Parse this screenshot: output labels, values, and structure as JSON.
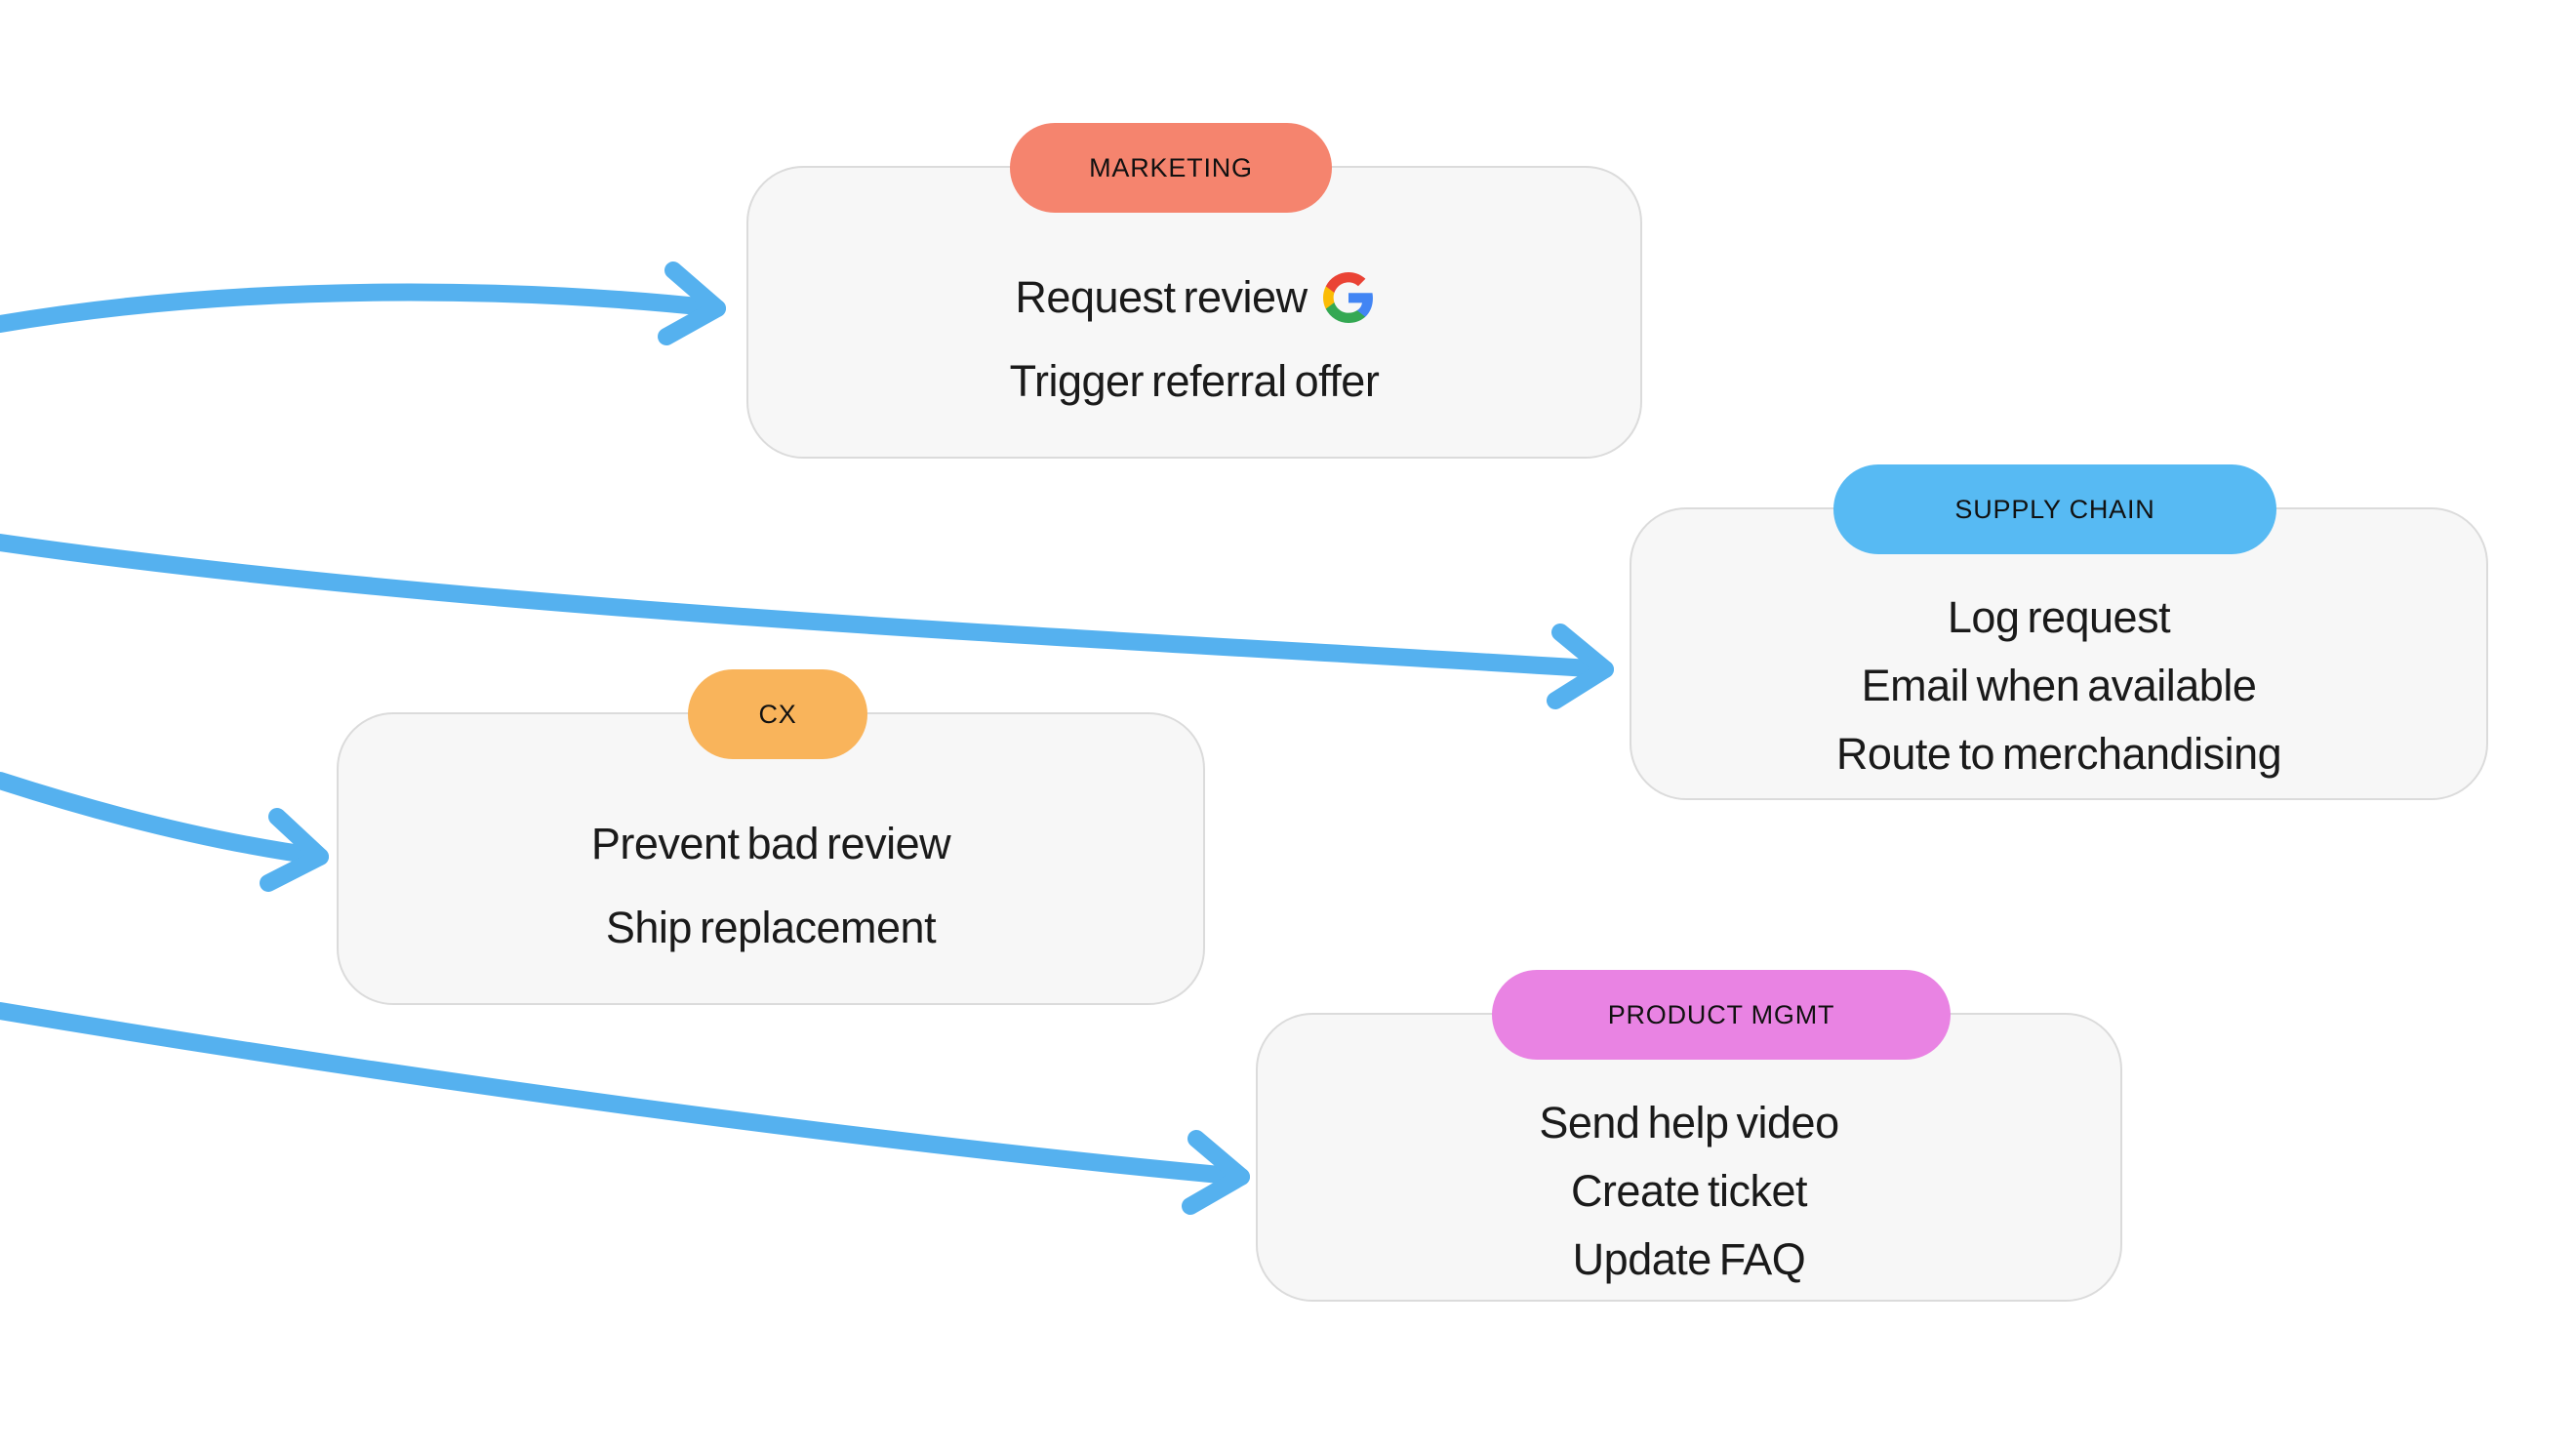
{
  "colors": {
    "arrow": "#55B1EF",
    "card_bg": "#F7F7F7",
    "card_border": "#DBDBDB",
    "text": "#1A1A1A",
    "badge_text": "#111111"
  },
  "cards": [
    {
      "id": "marketing",
      "badge": "MARKETING",
      "badge_color": "#F5846E",
      "lines": [
        "Request review",
        "Trigger referral offer"
      ],
      "line0_icon": "google-logo"
    },
    {
      "id": "supply-chain",
      "badge": "SUPPLY CHAIN",
      "badge_color": "#57BAF3",
      "lines": [
        "Log request",
        "Email when available",
        "Route to merchandising"
      ]
    },
    {
      "id": "cx",
      "badge": "CX",
      "badge_color": "#F9B45B",
      "lines": [
        "Prevent bad review",
        "Ship replacement"
      ]
    },
    {
      "id": "product-mgmt",
      "badge": "PRODUCT MGMT",
      "badge_color": "#E983E3",
      "lines": [
        "Send help video",
        "Create ticket",
        "Update FAQ"
      ]
    }
  ],
  "google_icon_colors": {
    "blue": "#4285F4",
    "green": "#34A853",
    "yellow": "#FBBC05",
    "red": "#EA4335"
  }
}
